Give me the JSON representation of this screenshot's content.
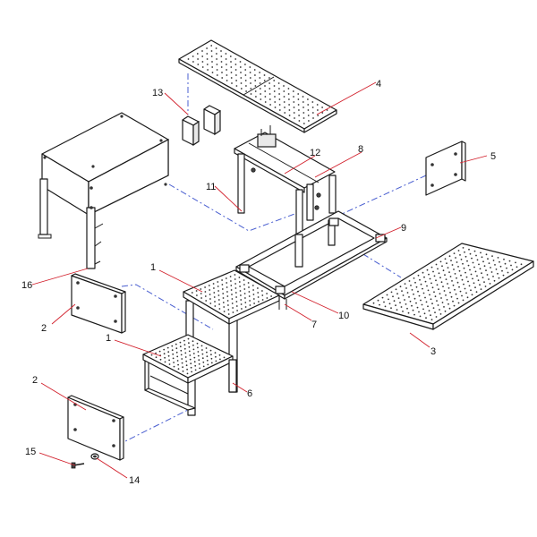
{
  "diagram": {
    "callouts": [
      {
        "id": "c1a",
        "label": "1"
      },
      {
        "id": "c1b",
        "label": "1"
      },
      {
        "id": "c2a",
        "label": "2"
      },
      {
        "id": "c2b",
        "label": "2"
      },
      {
        "id": "c3",
        "label": "3"
      },
      {
        "id": "c4",
        "label": "4"
      },
      {
        "id": "c5",
        "label": "5"
      },
      {
        "id": "c6",
        "label": "6"
      },
      {
        "id": "c7",
        "label": "7"
      },
      {
        "id": "c8",
        "label": "8"
      },
      {
        "id": "c9",
        "label": "9"
      },
      {
        "id": "c10",
        "label": "10"
      },
      {
        "id": "c11",
        "label": "11"
      },
      {
        "id": "c12",
        "label": "12"
      },
      {
        "id": "c13",
        "label": "13"
      },
      {
        "id": "c14",
        "label": "14"
      },
      {
        "id": "c15",
        "label": "15"
      },
      {
        "id": "c16",
        "label": "16"
      }
    ],
    "colors": {
      "line": "#1a1a1a",
      "leader": "#d21f2b",
      "alignment": "#4a5fd0"
    }
  }
}
